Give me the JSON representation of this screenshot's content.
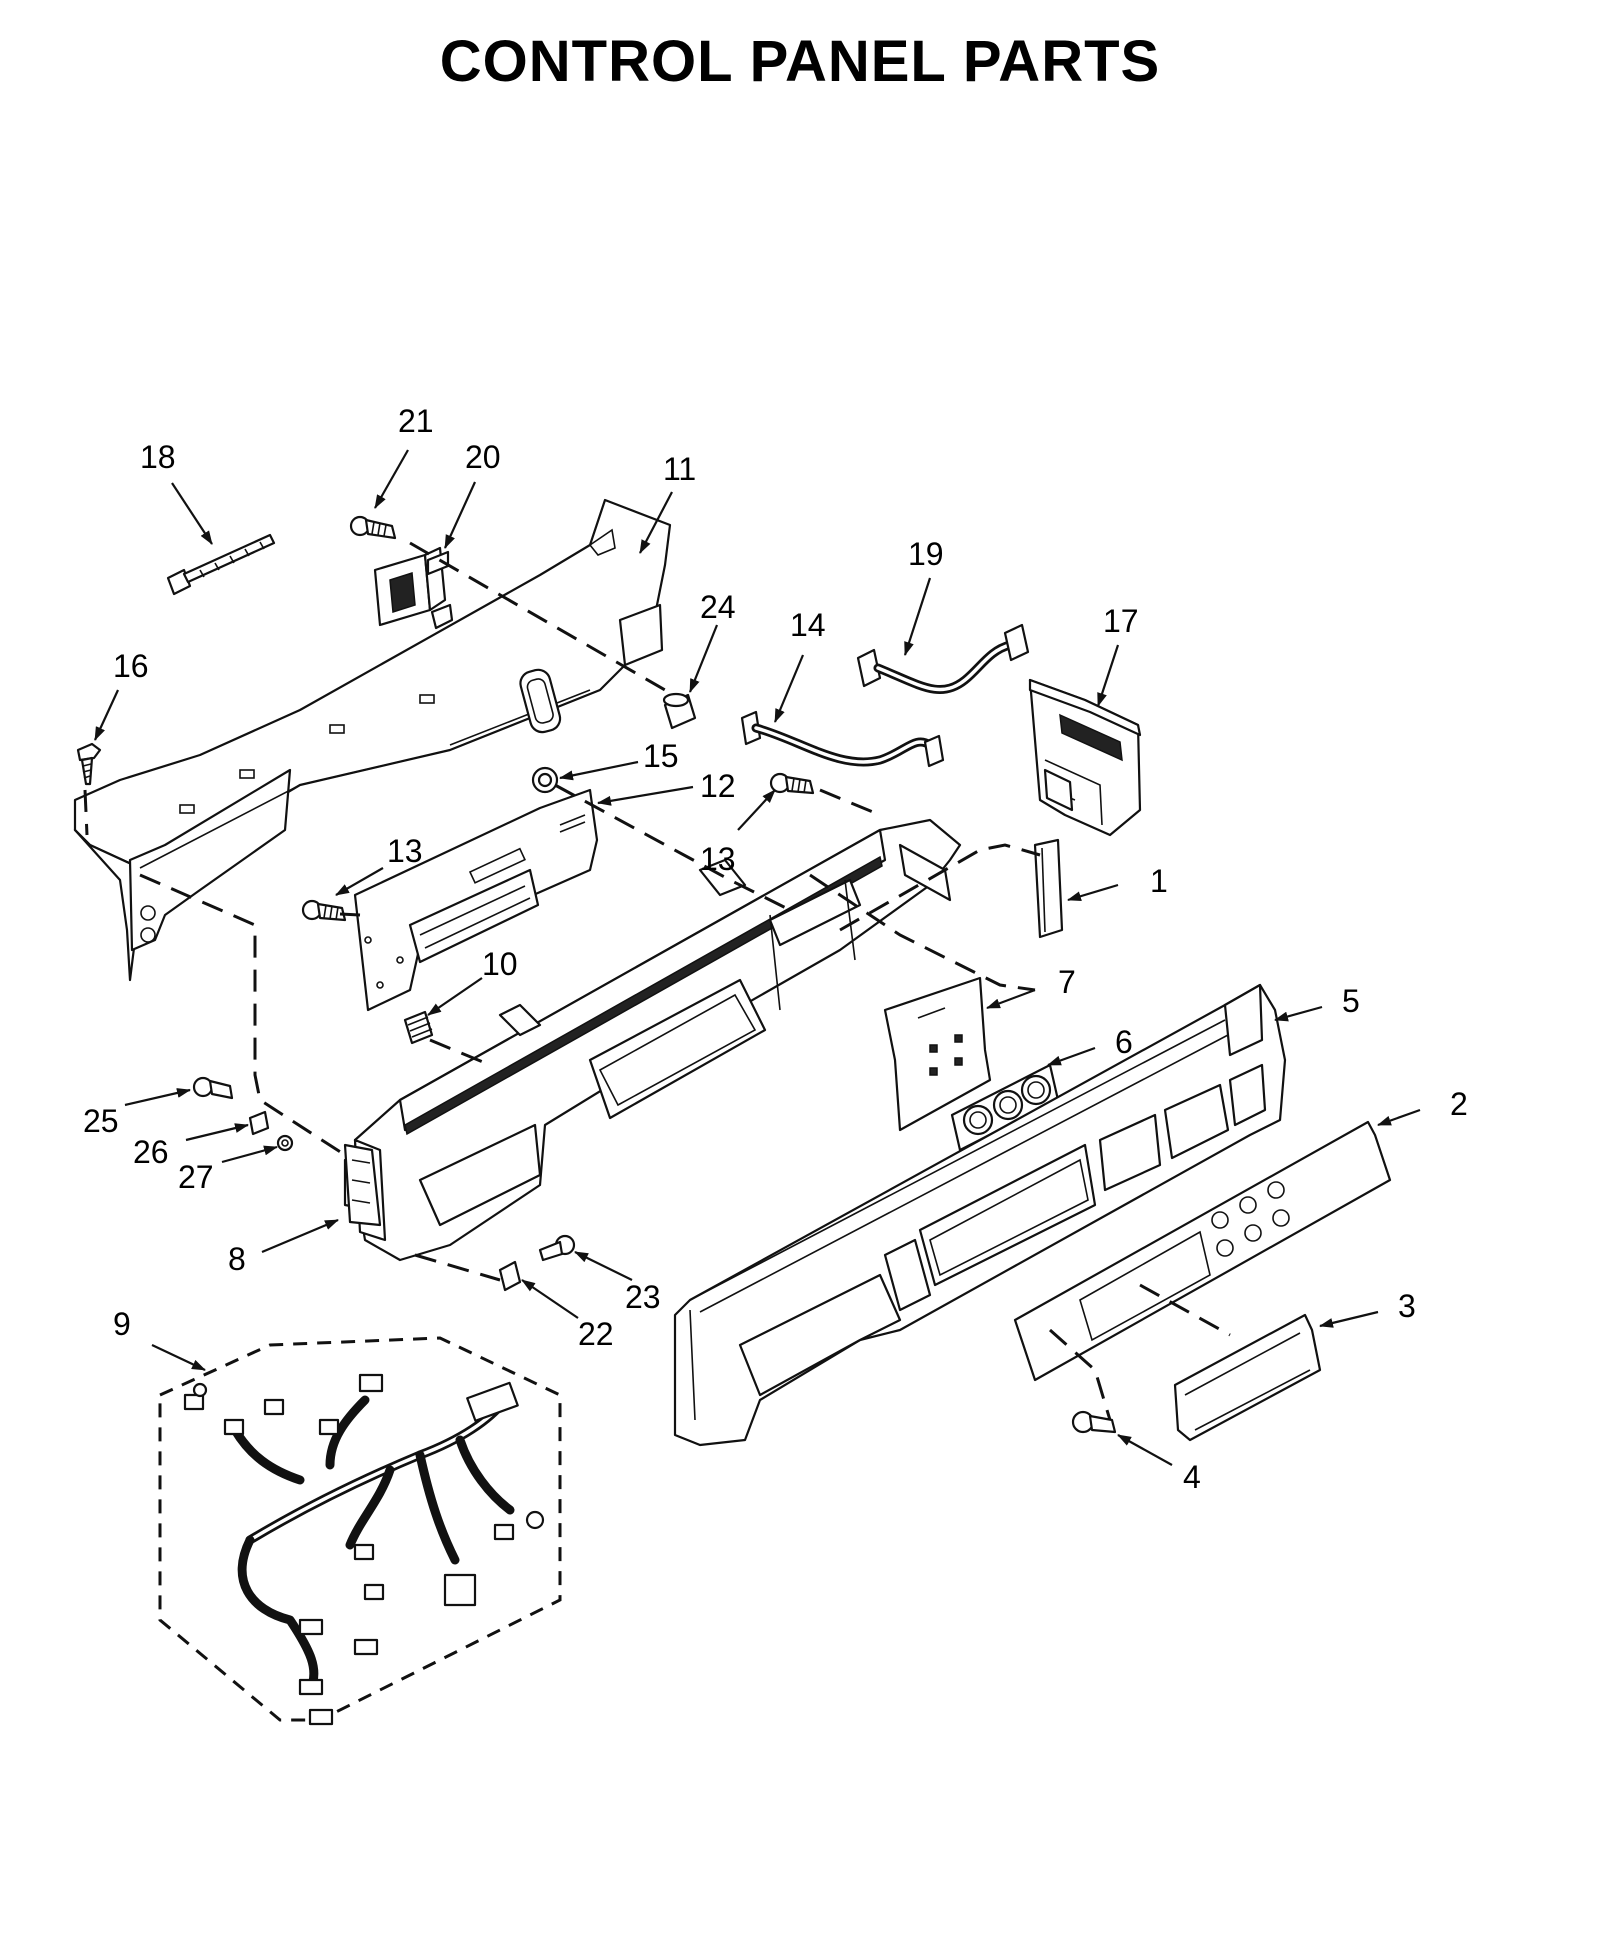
{
  "title": "CONTROL PANEL PARTS",
  "callouts": {
    "c1": "1",
    "c2": "2",
    "c3": "3",
    "c4": "4",
    "c5": "5",
    "c6": "6",
    "c7": "7",
    "c8": "8",
    "c9": "9",
    "c10": "10",
    "c11": "11",
    "c12": "12",
    "c13a": "13",
    "c13b": "13",
    "c14": "14",
    "c15": "15",
    "c16": "16",
    "c17": "17",
    "c18": "18",
    "c19": "19",
    "c20": "20",
    "c21": "21",
    "c22": "22",
    "c23": "23",
    "c24": "24",
    "c25": "25",
    "c26": "26",
    "c27": "27"
  }
}
